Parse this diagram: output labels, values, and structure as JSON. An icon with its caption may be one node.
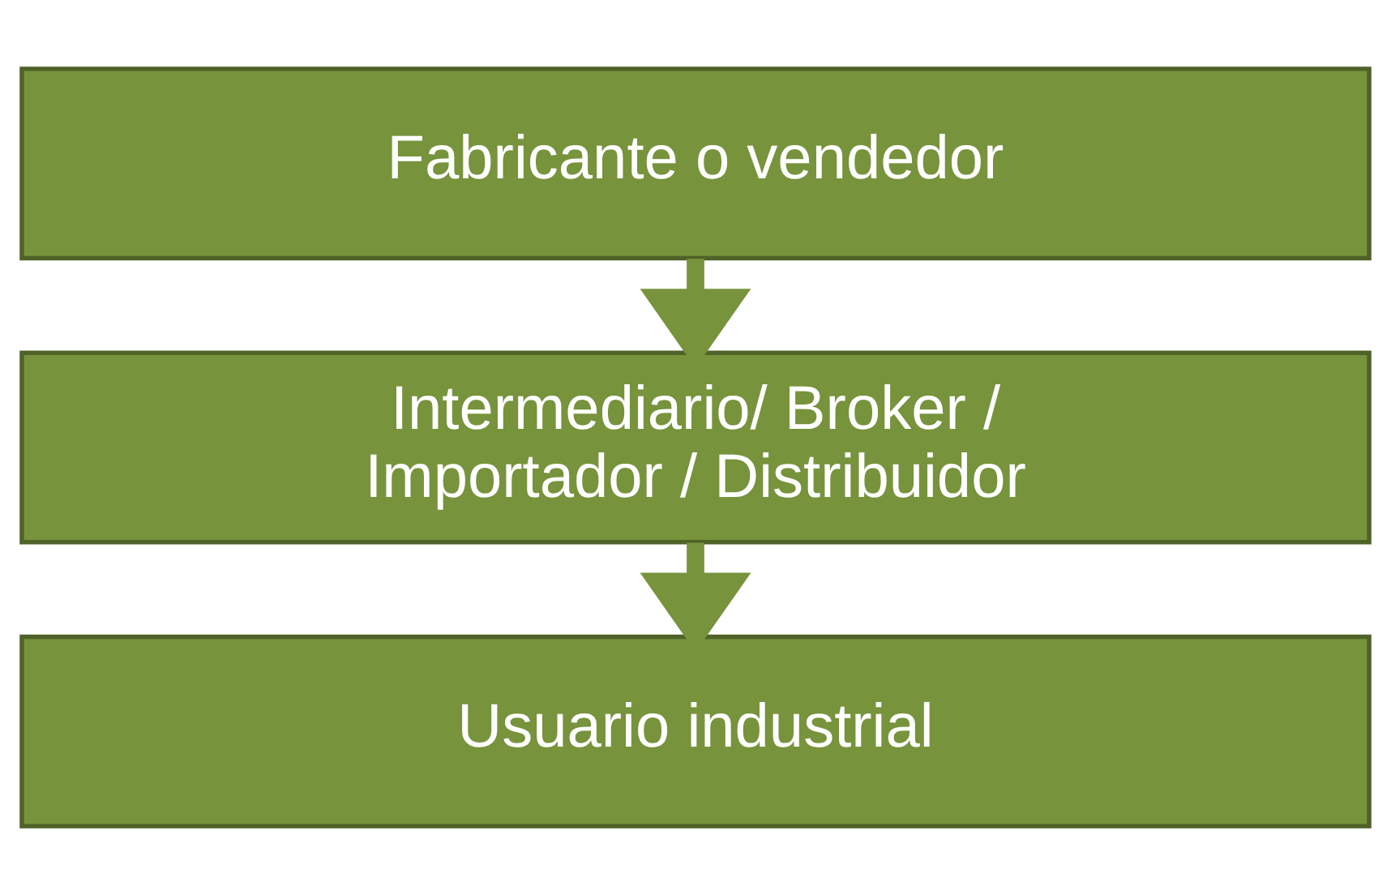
{
  "diagram": {
    "nodes": [
      {
        "text": [
          "Fabricante o vendedor"
        ]
      },
      {
        "text": [
          "Intermediario/ Broker / Importador / Distribuidor"
        ]
      },
      {
        "text": [
          "Usuario industrial"
        ]
      }
    ],
    "edges": [
      {
        "from": 0,
        "to": 1,
        "arrow": "to"
      },
      {
        "from": 1,
        "to": 2,
        "arrow": "to"
      }
    ]
  }
}
